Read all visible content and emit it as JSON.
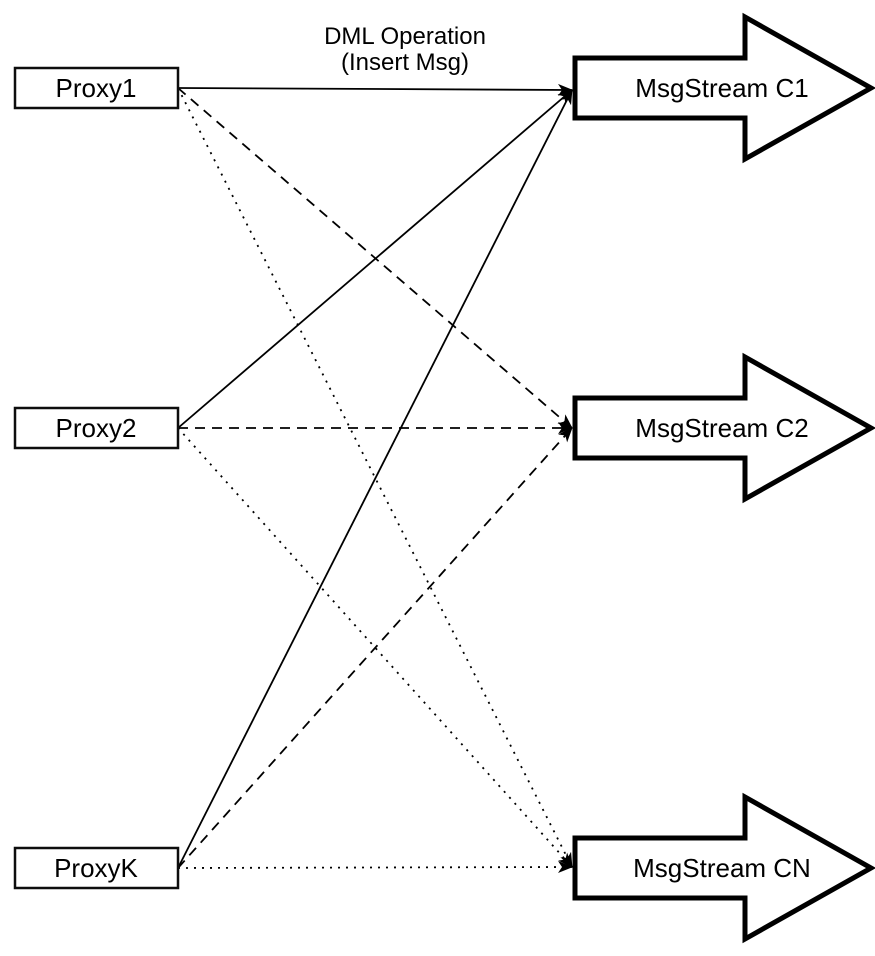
{
  "diagram": {
    "edge_label": {
      "line1": "DML Operation",
      "line2": "(Insert Msg)"
    },
    "proxies": [
      {
        "id": "proxy1",
        "label": "Proxy1"
      },
      {
        "id": "proxy2",
        "label": "Proxy2"
      },
      {
        "id": "proxyK",
        "label": "ProxyK"
      }
    ],
    "streams": [
      {
        "id": "c1",
        "label": "MsgStream C1",
        "incoming_line_style": "solid"
      },
      {
        "id": "c2",
        "label": "MsgStream C2",
        "incoming_line_style": "dashed"
      },
      {
        "id": "cn",
        "label": "MsgStream CN",
        "incoming_line_style": "dotted"
      }
    ],
    "connections": [
      {
        "from": "proxy1",
        "to": "c1",
        "style": "solid"
      },
      {
        "from": "proxy2",
        "to": "c1",
        "style": "solid"
      },
      {
        "from": "proxyK",
        "to": "c1",
        "style": "solid"
      },
      {
        "from": "proxy1",
        "to": "c2",
        "style": "dashed"
      },
      {
        "from": "proxy2",
        "to": "c2",
        "style": "dashed"
      },
      {
        "from": "proxyK",
        "to": "c2",
        "style": "dashed"
      },
      {
        "from": "proxy1",
        "to": "cn",
        "style": "dotted"
      },
      {
        "from": "proxy2",
        "to": "cn",
        "style": "dotted"
      },
      {
        "from": "proxyK",
        "to": "cn",
        "style": "dotted"
      }
    ],
    "colors": {
      "stroke": "#000000",
      "fill": "#ffffff"
    }
  }
}
